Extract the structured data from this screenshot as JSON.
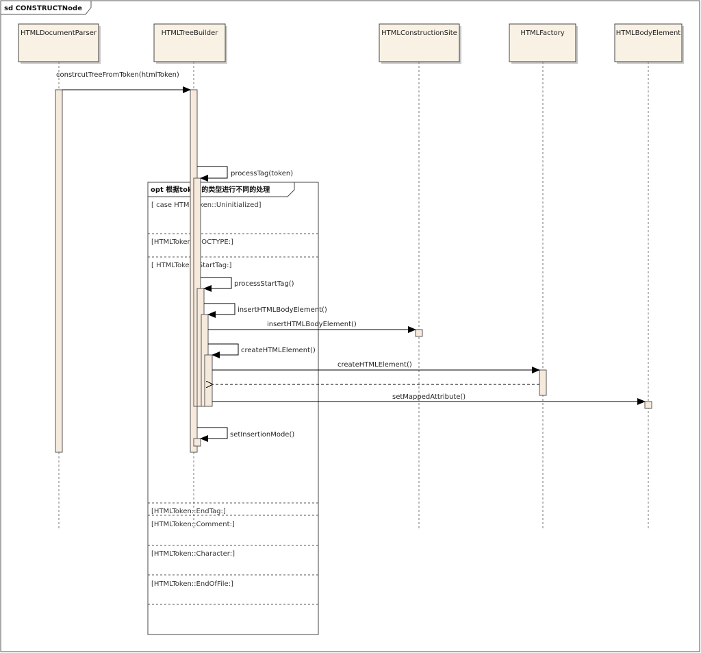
{
  "frame": {
    "title": "sd CONSTRUCTNode"
  },
  "lifelines": [
    {
      "id": "parser",
      "name": "HTMLDocumentParser"
    },
    {
      "id": "builder",
      "name": "HTMLTreeBuilder"
    },
    {
      "id": "site",
      "name": "HTMLConstructionSite"
    },
    {
      "id": "factory",
      "name": "HTMLFactory"
    },
    {
      "id": "body",
      "name": "HTMLBodyElement"
    }
  ],
  "messages": [
    {
      "id": "construct",
      "label": "constrcutTreeFromToken(htmlToken)"
    },
    {
      "id": "process-tag",
      "label": "processTag(token)"
    },
    {
      "id": "process-start-tag",
      "label": "processStartTag()"
    },
    {
      "id": "insert-body-self",
      "label": "insertHTMLBodyElement()"
    },
    {
      "id": "insert-body-site",
      "label": "insertHTMLBodyElement()"
    },
    {
      "id": "create-element-self",
      "label": "createHTMLElement()"
    },
    {
      "id": "create-element-factory",
      "label": "createHTMLElement()"
    },
    {
      "id": "set-mapped-attribute",
      "label": "setMappedAttribute()"
    },
    {
      "id": "set-insertion-mode",
      "label": "setInsertionMode()"
    }
  ],
  "fragment": {
    "title": "opt 根据token的类型进行不同的处理",
    "guards": [
      "[ case HTMLToken::Uninitialized]",
      "[HTMLToken::DOCTYPE:]",
      "[ HTMLToken::StartTag:]",
      "[HTMLToken::EndTag:]",
      "[HTMLToken::Comment:]",
      "[HTMLToken::Character:]",
      "[HTMLToken::EndOfFile:]"
    ]
  }
}
